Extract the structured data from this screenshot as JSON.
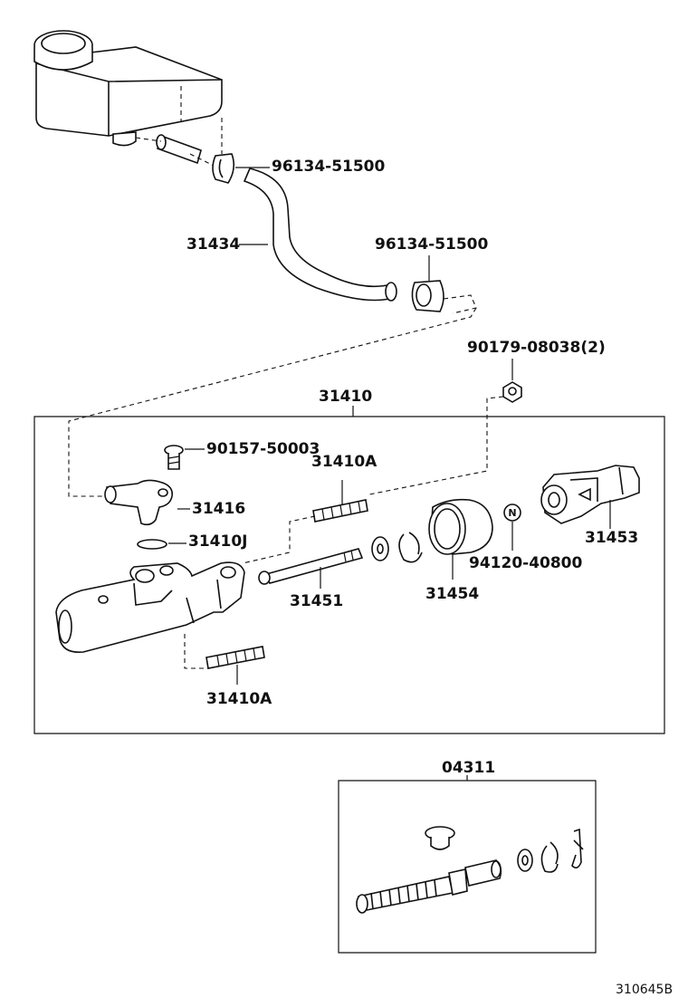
{
  "callouts": {
    "clip_upper": "96134-51500",
    "hose": "31434",
    "clip_lower": "96134-51500",
    "nut": "90179-08038(2)",
    "assembly": "31410",
    "bleeder": "90157-50003",
    "stud_upper": "31410A",
    "union": "31416",
    "grommet": "31410J",
    "push_rod": "31453",
    "rod": "31451",
    "boot": "31454",
    "nut_n": "94120-40800",
    "stud_lower": "31410A",
    "repair_kit": "04311",
    "n_marker": "N"
  },
  "figure_code": "310645B"
}
